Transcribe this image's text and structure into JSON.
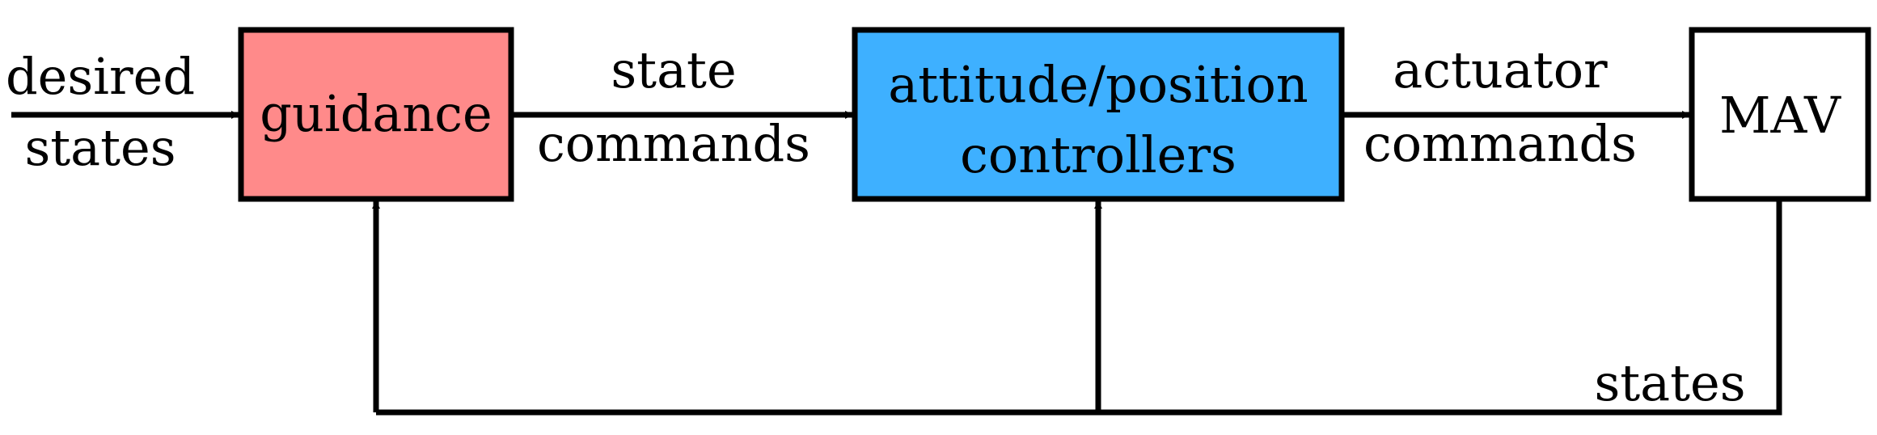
{
  "colors": {
    "guidance_fill": "#ff8a8a",
    "controllers_fill": "#3eb0ff",
    "mav_fill": "#ffffff",
    "line": "#000000"
  },
  "blocks": {
    "guidance": {
      "label": "guidance"
    },
    "controllers": {
      "line1": "attitude/position",
      "line2": "controllers"
    },
    "mav": {
      "label": "MAV"
    }
  },
  "edges": {
    "input": {
      "line1": "desired",
      "line2": "states"
    },
    "guidance_to_controllers": {
      "line1": "state",
      "line2": "commands"
    },
    "controllers_to_mav": {
      "line1": "actuator",
      "line2": "commands"
    },
    "feedback": {
      "label": "states"
    }
  }
}
